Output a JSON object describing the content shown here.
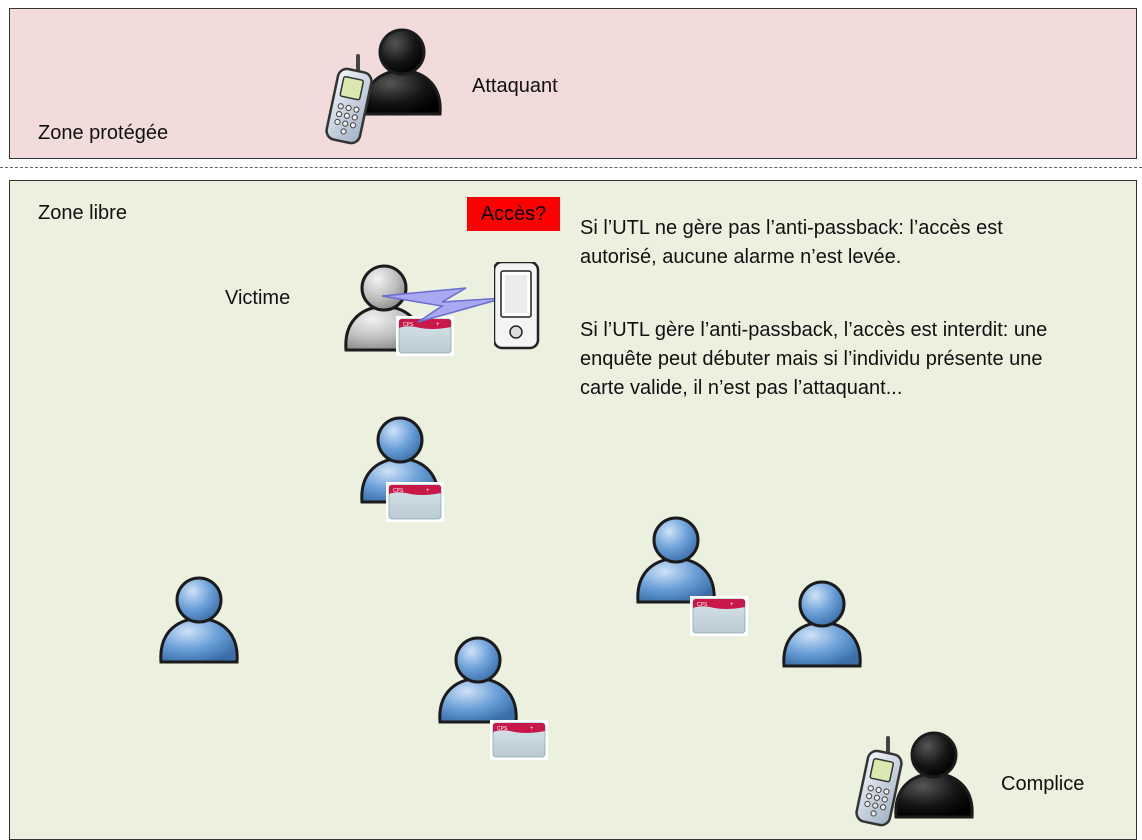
{
  "zones": {
    "protected_label": "Zone protégée",
    "free_label": "Zone libre"
  },
  "actors": {
    "attacker": "Attaquant",
    "victim": "Victime",
    "accomplice": "Complice"
  },
  "badge": {
    "label": "Accès?",
    "color": "#ff0000"
  },
  "explanation": {
    "p1": "Si l’UTL ne gère pas l’anti-passback: l’accès est autorisé, aucune alarme n’est levée.",
    "p2": "Si l’UTL gère l’anti-passback, l’accès est interdit: une enquête peut débuter mais si l’individu présente une carte valide, il n’est pas l’attaquant..."
  },
  "card_text": "CPS",
  "colors": {
    "protected_zone": "#f2dcdb",
    "free_zone": "#ebf1de",
    "user_blue": "#6a9fd8",
    "attacker_black": "#111111",
    "victim_grey": "#b8b8b8",
    "card_red": "#c8184a"
  }
}
